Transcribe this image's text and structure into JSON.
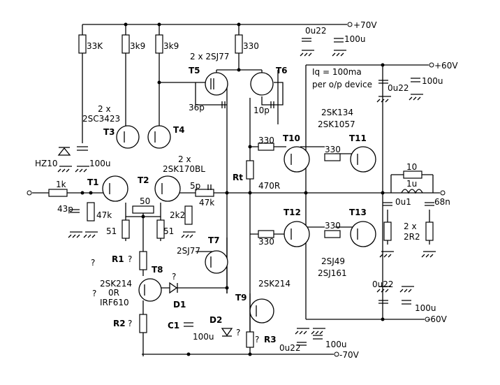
{
  "labels": {
    "plus70v": "+70V",
    "plus60v": "+60V",
    "minus60v": "-60V",
    "minus70v": "-70V",
    "c0u22_a": "0u22",
    "c0u22_b": "0u22",
    "c0u22_c": "0u22",
    "c0u22_d": "0u22",
    "c100u_a": "100u",
    "c100u_b": "100u",
    "c100u_c": "100u",
    "c100u_d": "100u",
    "c100u_e": "100u",
    "c100u_f": "100u",
    "r33k": "33K",
    "r3k9": "3k9",
    "r330": "330",
    "t5t6_type": "2 x 2SJ77",
    "t5": "T5",
    "t6": "T6",
    "c36p": "36p",
    "c10p": "10p",
    "iq": "Iq = 100ma",
    "per_device": "per o/p device",
    "nch1": "2SK134",
    "nch2": "2SK1057",
    "two_x": "2 x",
    "t3t4_type": "2SC3423",
    "t3": "T3",
    "t4": "T4",
    "t10": "T10",
    "t11": "T11",
    "hz10": "HZ10",
    "t1t2_type": "2SK170BL",
    "rt": "Rt",
    "r470r": "470R",
    "t1": "T1",
    "t2": "T2",
    "r1k": "1k",
    "c5p": "5p",
    "r10": "10",
    "l1u": "1u",
    "r50": "50",
    "c43p": "43p",
    "r47k": "47k",
    "r2k2": "2k2",
    "c0u1": "0u1",
    "c68n": "68n",
    "t12": "T12",
    "t13": "T13",
    "r51": "51",
    "r2r2": "2R2",
    "t7": "T7",
    "t7_type": "2SJ77",
    "pch1": "2SJ49",
    "pch2": "2SJ161",
    "r1": "R1",
    "q": "?",
    "t8": "T8",
    "t8_type1": "2SK214",
    "t8_type2": "0R",
    "t8_type3": "IRF610",
    "t9_type": "2SK214",
    "d1": "D1",
    "t9": "T9",
    "r2": "R2",
    "d2": "D2",
    "c1": "C1",
    "r3": "R3"
  }
}
